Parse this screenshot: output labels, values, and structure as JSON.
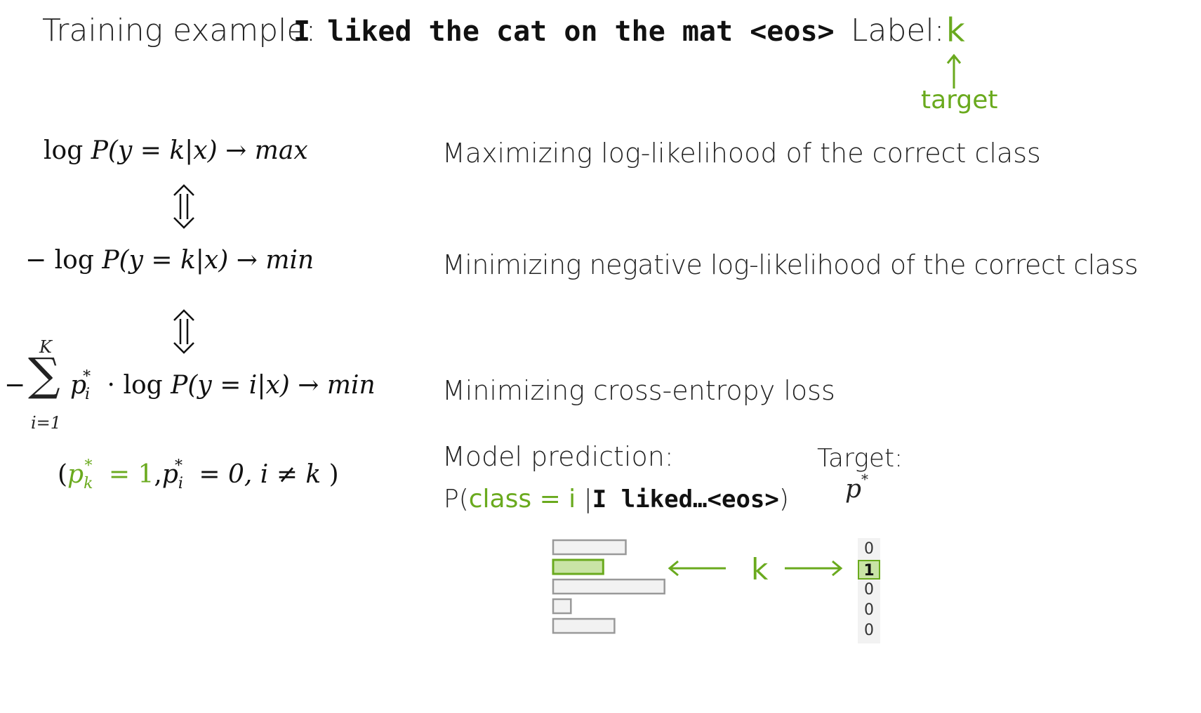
{
  "header": {
    "training_label": "Training example:",
    "training_text": "I liked the cat on the mat <eos>",
    "label_title": "Label:",
    "label_value": "k",
    "target_caption": "target"
  },
  "equations": {
    "eq1": {
      "lhs": "log",
      "P": "P",
      "inner": "(y = k|x)",
      "arrow": "→",
      "goal": "max"
    },
    "eq2": {
      "minus": "−",
      "lhs": "log",
      "P": "P",
      "inner": "(y = k|x)",
      "arrow": "→",
      "goal": "min"
    },
    "eq3": {
      "minus": "−",
      "sum": "∑",
      "upper": "K",
      "lower": "i=1",
      "p": "p",
      "sub": "i",
      "sup": "*",
      "dot": "·",
      "lhs": "log",
      "P": "P",
      "inner": "(y = i|x)",
      "arrow": "→",
      "goal": "min"
    },
    "cond": {
      "open": "(",
      "pk": "p",
      "pk_sub": "k",
      "pk_sup": "*",
      "eq_one": " = 1",
      "comma": ",",
      "pi": "p",
      "pi_sub": "i",
      "pi_sup": "*",
      "rest": " = 0, i ≠ k",
      "close": ")"
    }
  },
  "descriptions": {
    "d1": "Maximizing log-likelihood of the correct class",
    "d2": "Minimizing negative log-likelihood of the correct class",
    "d3": "Minimizing cross-entropy loss"
  },
  "prediction": {
    "title": "Model prediction:",
    "formula_open": "P(",
    "formula_class": "class = i",
    "formula_bar": " |",
    "formula_text": "I liked…<eos>",
    "formula_close": ")",
    "bars": [
      0.45,
      0.31,
      0.69,
      0.11,
      0.38
    ],
    "highlight_index": 1
  },
  "target": {
    "title": "Target:",
    "symbol": "p",
    "symbol_sup": "*",
    "values": [
      "0",
      "1",
      "0",
      "0",
      "0"
    ],
    "highlight_index": 1
  },
  "middle_label": "k",
  "colors": {
    "accent": "#6aaa1e",
    "bar_fill": "#f2f2f2",
    "bar_stroke": "#999999",
    "highlight_fill": "#c9e4a6"
  }
}
